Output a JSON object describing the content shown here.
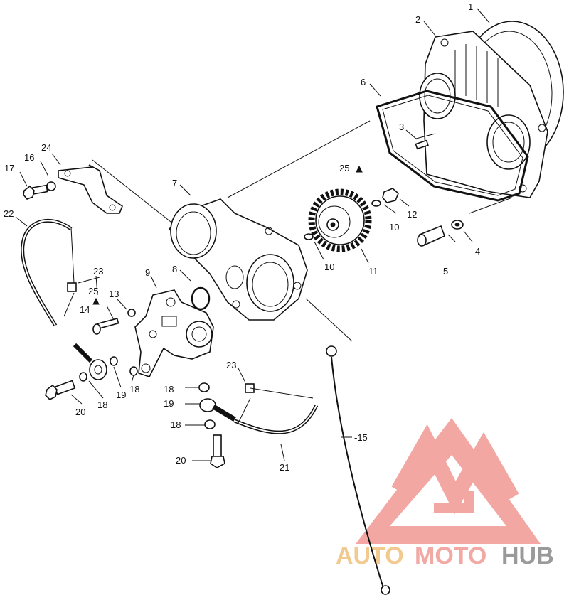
{
  "diagram": {
    "labels": {
      "p1": "1",
      "p2": "2",
      "p3": "3",
      "p4": "4",
      "p5": "5",
      "p6": "6",
      "p7": "7",
      "p8": "8",
      "p9": "9",
      "p10a": "10",
      "p10b": "10",
      "p11": "11",
      "p12": "12",
      "p13": "13",
      "p14": "14",
      "p15": "-15",
      "p16": "16",
      "p17": "17",
      "p18a": "18",
      "p18b": "18",
      "p18c": "18",
      "p18d": "18",
      "p19a": "19",
      "p19b": "19",
      "p20a": "20",
      "p20b": "20",
      "p21": "21",
      "p22": "22",
      "p23a": "23",
      "p23b": "23",
      "p24": "24",
      "p25a": "25",
      "p25b": "25"
    }
  },
  "watermark": {
    "auto": "AUTO",
    "moto": "MOTO",
    "hub": "HUB",
    "colors": {
      "triangle": "#f08a85",
      "auto": "#f2c98f",
      "moto": "#f2a9a4",
      "hub": "#9a9a9a"
    }
  }
}
